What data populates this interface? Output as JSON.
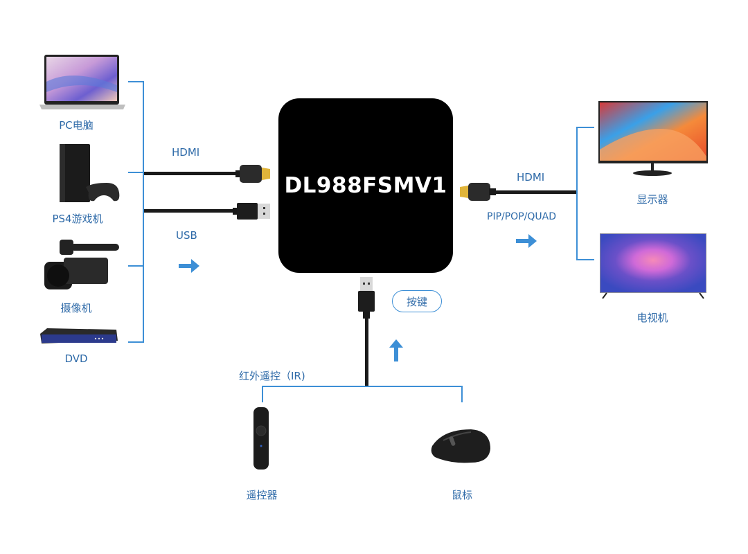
{
  "hub": {
    "model": "DL988FSMV1"
  },
  "sources": [
    {
      "label": "PC电脑",
      "icon": "laptop-icon"
    },
    {
      "label": "PS4游戏机",
      "icon": "game-console-icon"
    },
    {
      "label": "摄像机",
      "icon": "camcorder-icon"
    },
    {
      "label": "DVD",
      "icon": "dvd-player-icon"
    }
  ],
  "inputs": {
    "hdmi_label": "HDMI",
    "usb_label": "USB"
  },
  "output": {
    "hdmi_label": "HDMI",
    "mode_label": "PIP/POP/QUAD"
  },
  "displays": [
    {
      "label": "显示器",
      "icon": "monitor-icon"
    },
    {
      "label": "电视机",
      "icon": "tv-icon"
    }
  ],
  "control": {
    "button_label": "按键",
    "ir_label": "红外遥控（IR)",
    "devices": [
      {
        "label": "遥控器",
        "icon": "remote-control-icon"
      },
      {
        "label": "鼠标",
        "icon": "mouse-icon"
      }
    ]
  },
  "colors": {
    "accent": "#3d8fd6",
    "label_text": "#2e6aa8",
    "hub_bg": "#000000",
    "cable": "#1a1a1a"
  }
}
